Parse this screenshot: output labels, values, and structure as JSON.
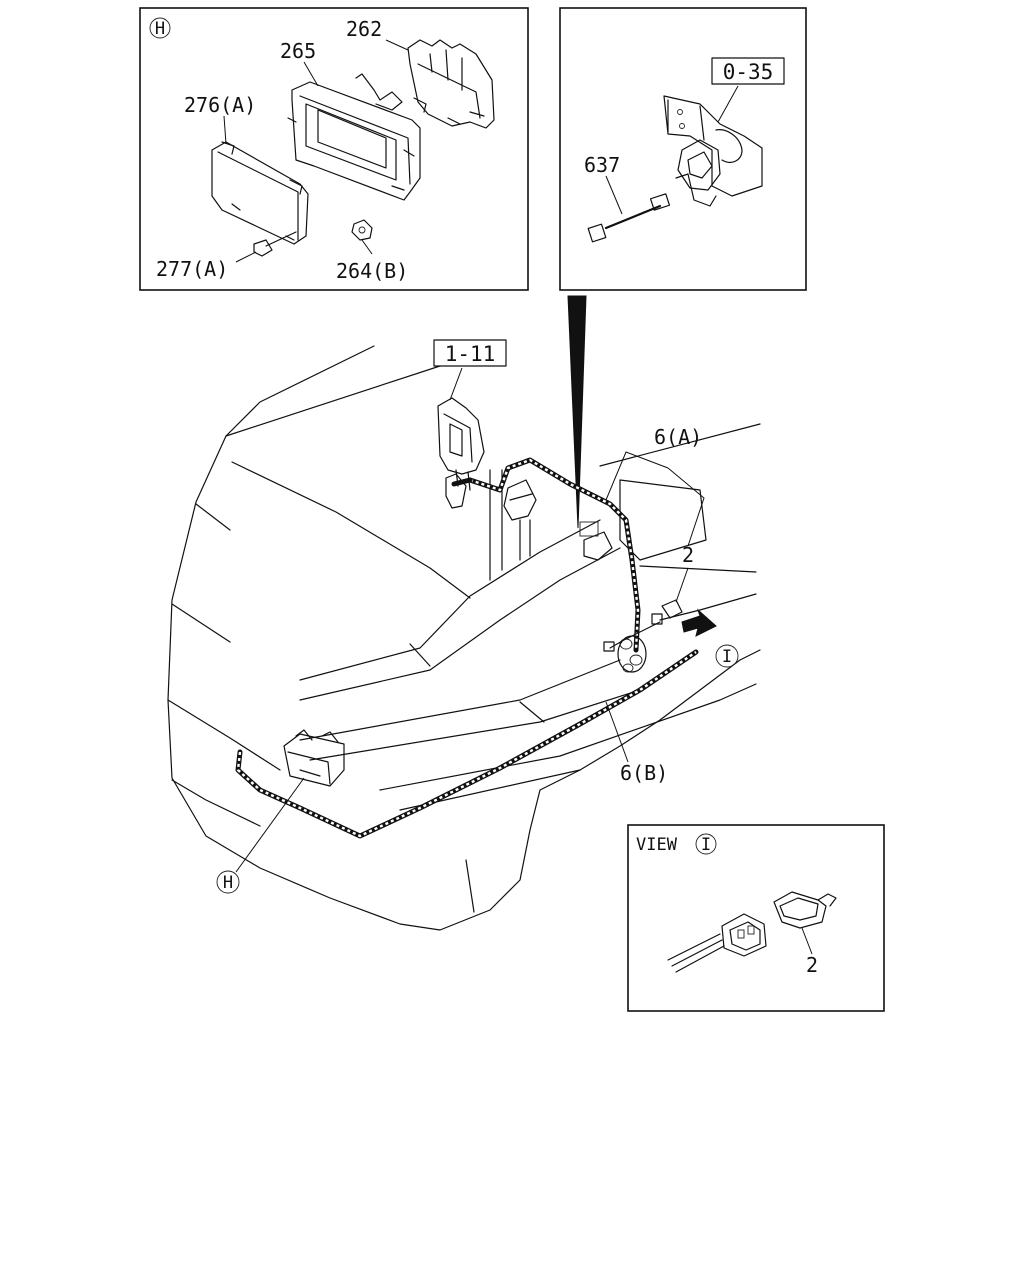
{
  "inset_h": {
    "marker": "H",
    "labels": {
      "p262": "262",
      "p265": "265",
      "p276": "276(A)",
      "p277": "277(A)",
      "p264": "264(B)"
    }
  },
  "inset_sensor": {
    "ref_box": "0-35",
    "labels": {
      "p637": "637"
    }
  },
  "main": {
    "ref_box": "1-11",
    "labels": {
      "p6a": "6(A)",
      "p2": "2",
      "p6b": "6(B)"
    },
    "view_marker": "I",
    "detail_marker": "H"
  },
  "view_i": {
    "title": "VIEW",
    "marker": "I",
    "labels": {
      "p2": "2"
    }
  }
}
